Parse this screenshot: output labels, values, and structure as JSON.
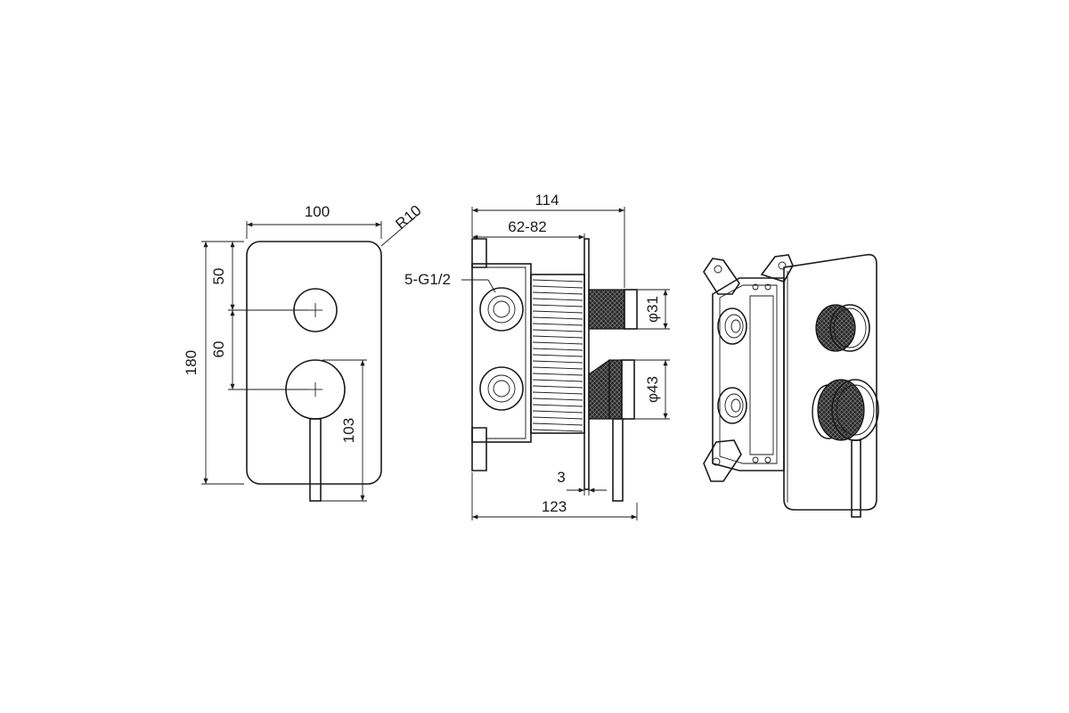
{
  "front_view": {
    "dim_width": "100",
    "dim_radius": "R10",
    "dim_height": "180",
    "dim_top_to_knob": "50",
    "dim_knob_spacing": "60",
    "dim_lever_length": "103"
  },
  "side_view": {
    "dim_total_depth": "114",
    "dim_install_depth": "62-82",
    "dim_ports": "5-G1/2",
    "dim_small_knob_dia": "φ31",
    "dim_large_knob_dia": "φ43",
    "dim_plate_thickness": "3",
    "dim_overall_depth": "123"
  },
  "colors": {
    "line": "#1a1a1a",
    "background": "#ffffff",
    "knurl": "#2a2a2a"
  }
}
